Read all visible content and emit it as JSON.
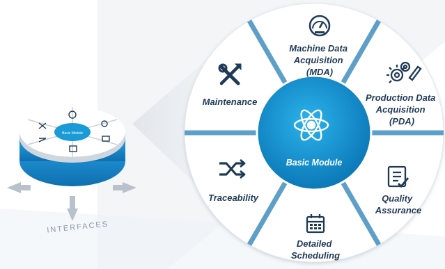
{
  "center": {
    "label": "Basic Module",
    "icon": "atom-icon"
  },
  "segments": [
    {
      "id": "mda",
      "lines": [
        "Machine Data",
        "Acquisition",
        "(MDA)"
      ],
      "icon": "gauge-icon"
    },
    {
      "id": "pda",
      "lines": [
        "Production Data",
        "Acquisition",
        "(PDA)"
      ],
      "icon": "gears-icon"
    },
    {
      "id": "qa",
      "lines": [
        "Quality",
        "Assurance"
      ],
      "icon": "checklist-icon"
    },
    {
      "id": "scheduling",
      "lines": [
        "Detailed",
        "Scheduling"
      ],
      "icon": "calendar-icon"
    },
    {
      "id": "traceability",
      "lines": [
        "Traceability"
      ],
      "icon": "shuffle-icon"
    },
    {
      "id": "maintenance",
      "lines": [
        "Maintenance"
      ],
      "icon": "tools-icon"
    }
  ],
  "interfaces_label": "INTERFACES",
  "colors": {
    "ring": "#ffffff",
    "divider": "#5d9fc9",
    "hub": "#1a9ad6",
    "hub_dark": "#0d6fa8",
    "text": "#1f3a57",
    "disk_blue": "#1b8fd3"
  }
}
